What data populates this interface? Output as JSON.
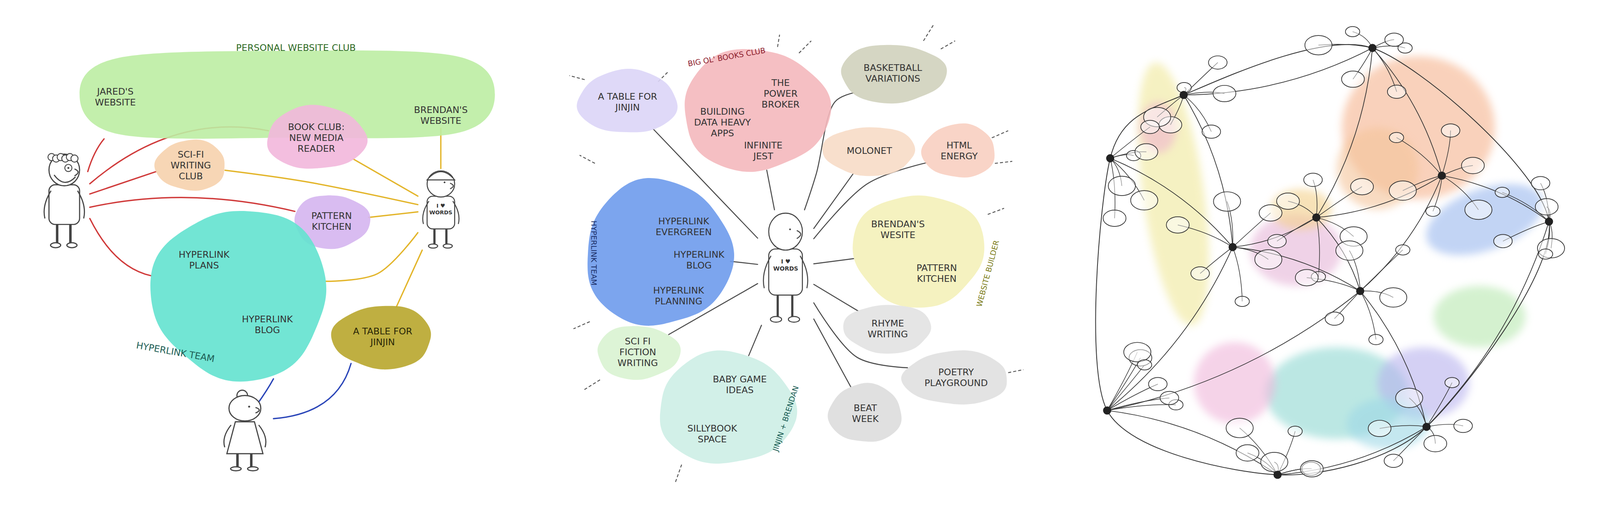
{
  "diagram": {
    "nodes": [
      {
        "text": [
          "PERSONAL WEBSITE CLUB"
        ]
      },
      {
        "text": [
          "JARED'S WEBSITE"
        ],
        "in": 0
      },
      {
        "text": [
          "BRENDAN'S WEBSITE"
        ],
        "in": 0
      },
      {
        "text": [
          "SCI-FI WRITING CLUB"
        ]
      },
      {
        "text": [
          "BOOK CLUB: NEW MEDIA READER"
        ]
      },
      {
        "text": [
          "PATTERN KITCHEN"
        ]
      },
      {
        "text": [
          "HYPERLINK TEAM"
        ]
      },
      {
        "text": [
          "HYPERLINK PLANS"
        ],
        "in": 6
      },
      {
        "text": [
          "HYPERLINK BLOG"
        ],
        "in": 6
      },
      {
        "text": [
          "I ♥ WORDS"
        ]
      },
      {
        "text": [
          "A TABLE FOR JINJIN"
        ]
      },
      {
        "text": [
          "A TABLE FOR JINJIN"
        ]
      },
      {
        "text": [
          "BIG OL' BOOKS CLUB"
        ]
      },
      {
        "text": [
          "THE POWER BROKER"
        ],
        "in": 12
      },
      {
        "text": [
          "BUILDING DATA HEAVY APPS"
        ],
        "in": 12
      },
      {
        "text": [
          "INFINITE JEST"
        ],
        "in": 12
      },
      {
        "text": [
          "BASKETBALL VARIATIONS"
        ]
      },
      {
        "text": [
          "MOLONET"
        ]
      },
      {
        "text": [
          "HTML ENERGY"
        ]
      },
      {
        "text": [
          "HYPERLINK TEAM"
        ]
      },
      {
        "text": [
          "HYPERLINK EVERGREEN"
        ],
        "in": 19
      },
      {
        "text": [
          "HYPERLINK BLOG"
        ],
        "in": 19
      },
      {
        "text": [
          "HYPERLINK PLANNING"
        ],
        "in": 19
      },
      {
        "text": [
          "I ♥ WORDS"
        ]
      },
      {
        "text": [
          "WEBSITE BUILDER"
        ]
      },
      {
        "text": [
          "BRENDAN'S WESITE"
        ],
        "in": 24
      },
      {
        "text": [
          "PATTERN KITCHEN"
        ],
        "in": 24
      },
      {
        "text": [
          "SCI FI FICTION WRITING"
        ]
      },
      {
        "text": [
          "RHYME WRITING"
        ]
      },
      {
        "text": [
          "POETRY PLAYGROUND"
        ]
      },
      {
        "text": [
          "JINJIN + BRENDAN"
        ]
      },
      {
        "text": [
          "BABY GAME IDEAS"
        ],
        "in": 30
      },
      {
        "text": [
          "SILLYBOOK SPACE"
        ],
        "in": 30
      },
      {
        "text": [
          "BEAT WEEK"
        ]
      }
    ],
    "edges": [
      {
        "from": 9,
        "to": 2,
        "arrow": "none"
      },
      {
        "from": 9,
        "to": 4,
        "arrow": "none"
      },
      {
        "from": 9,
        "to": 3,
        "arrow": "none"
      },
      {
        "from": 9,
        "to": 5,
        "arrow": "none"
      },
      {
        "from": 9,
        "to": 6,
        "arrow": "none"
      },
      {
        "from": 9,
        "to": 10,
        "arrow": "none"
      },
      {
        "from": 23,
        "to": 11,
        "arrow": "none"
      },
      {
        "from": 23,
        "to": 12,
        "arrow": "none"
      },
      {
        "from": 23,
        "to": 16,
        "arrow": "none"
      },
      {
        "from": 23,
        "to": 17,
        "arrow": "none"
      },
      {
        "from": 23,
        "to": 18,
        "arrow": "none"
      },
      {
        "from": 23,
        "to": 24,
        "arrow": "none"
      },
      {
        "from": 23,
        "to": 28,
        "arrow": "none"
      },
      {
        "from": 23,
        "to": 29,
        "arrow": "none"
      },
      {
        "from": 23,
        "to": 33,
        "arrow": "none"
      },
      {
        "from": 23,
        "to": 30,
        "arrow": "none"
      },
      {
        "from": 23,
        "to": 27,
        "arrow": "none"
      },
      {
        "from": 23,
        "to": 19,
        "arrow": "none"
      }
    ]
  }
}
